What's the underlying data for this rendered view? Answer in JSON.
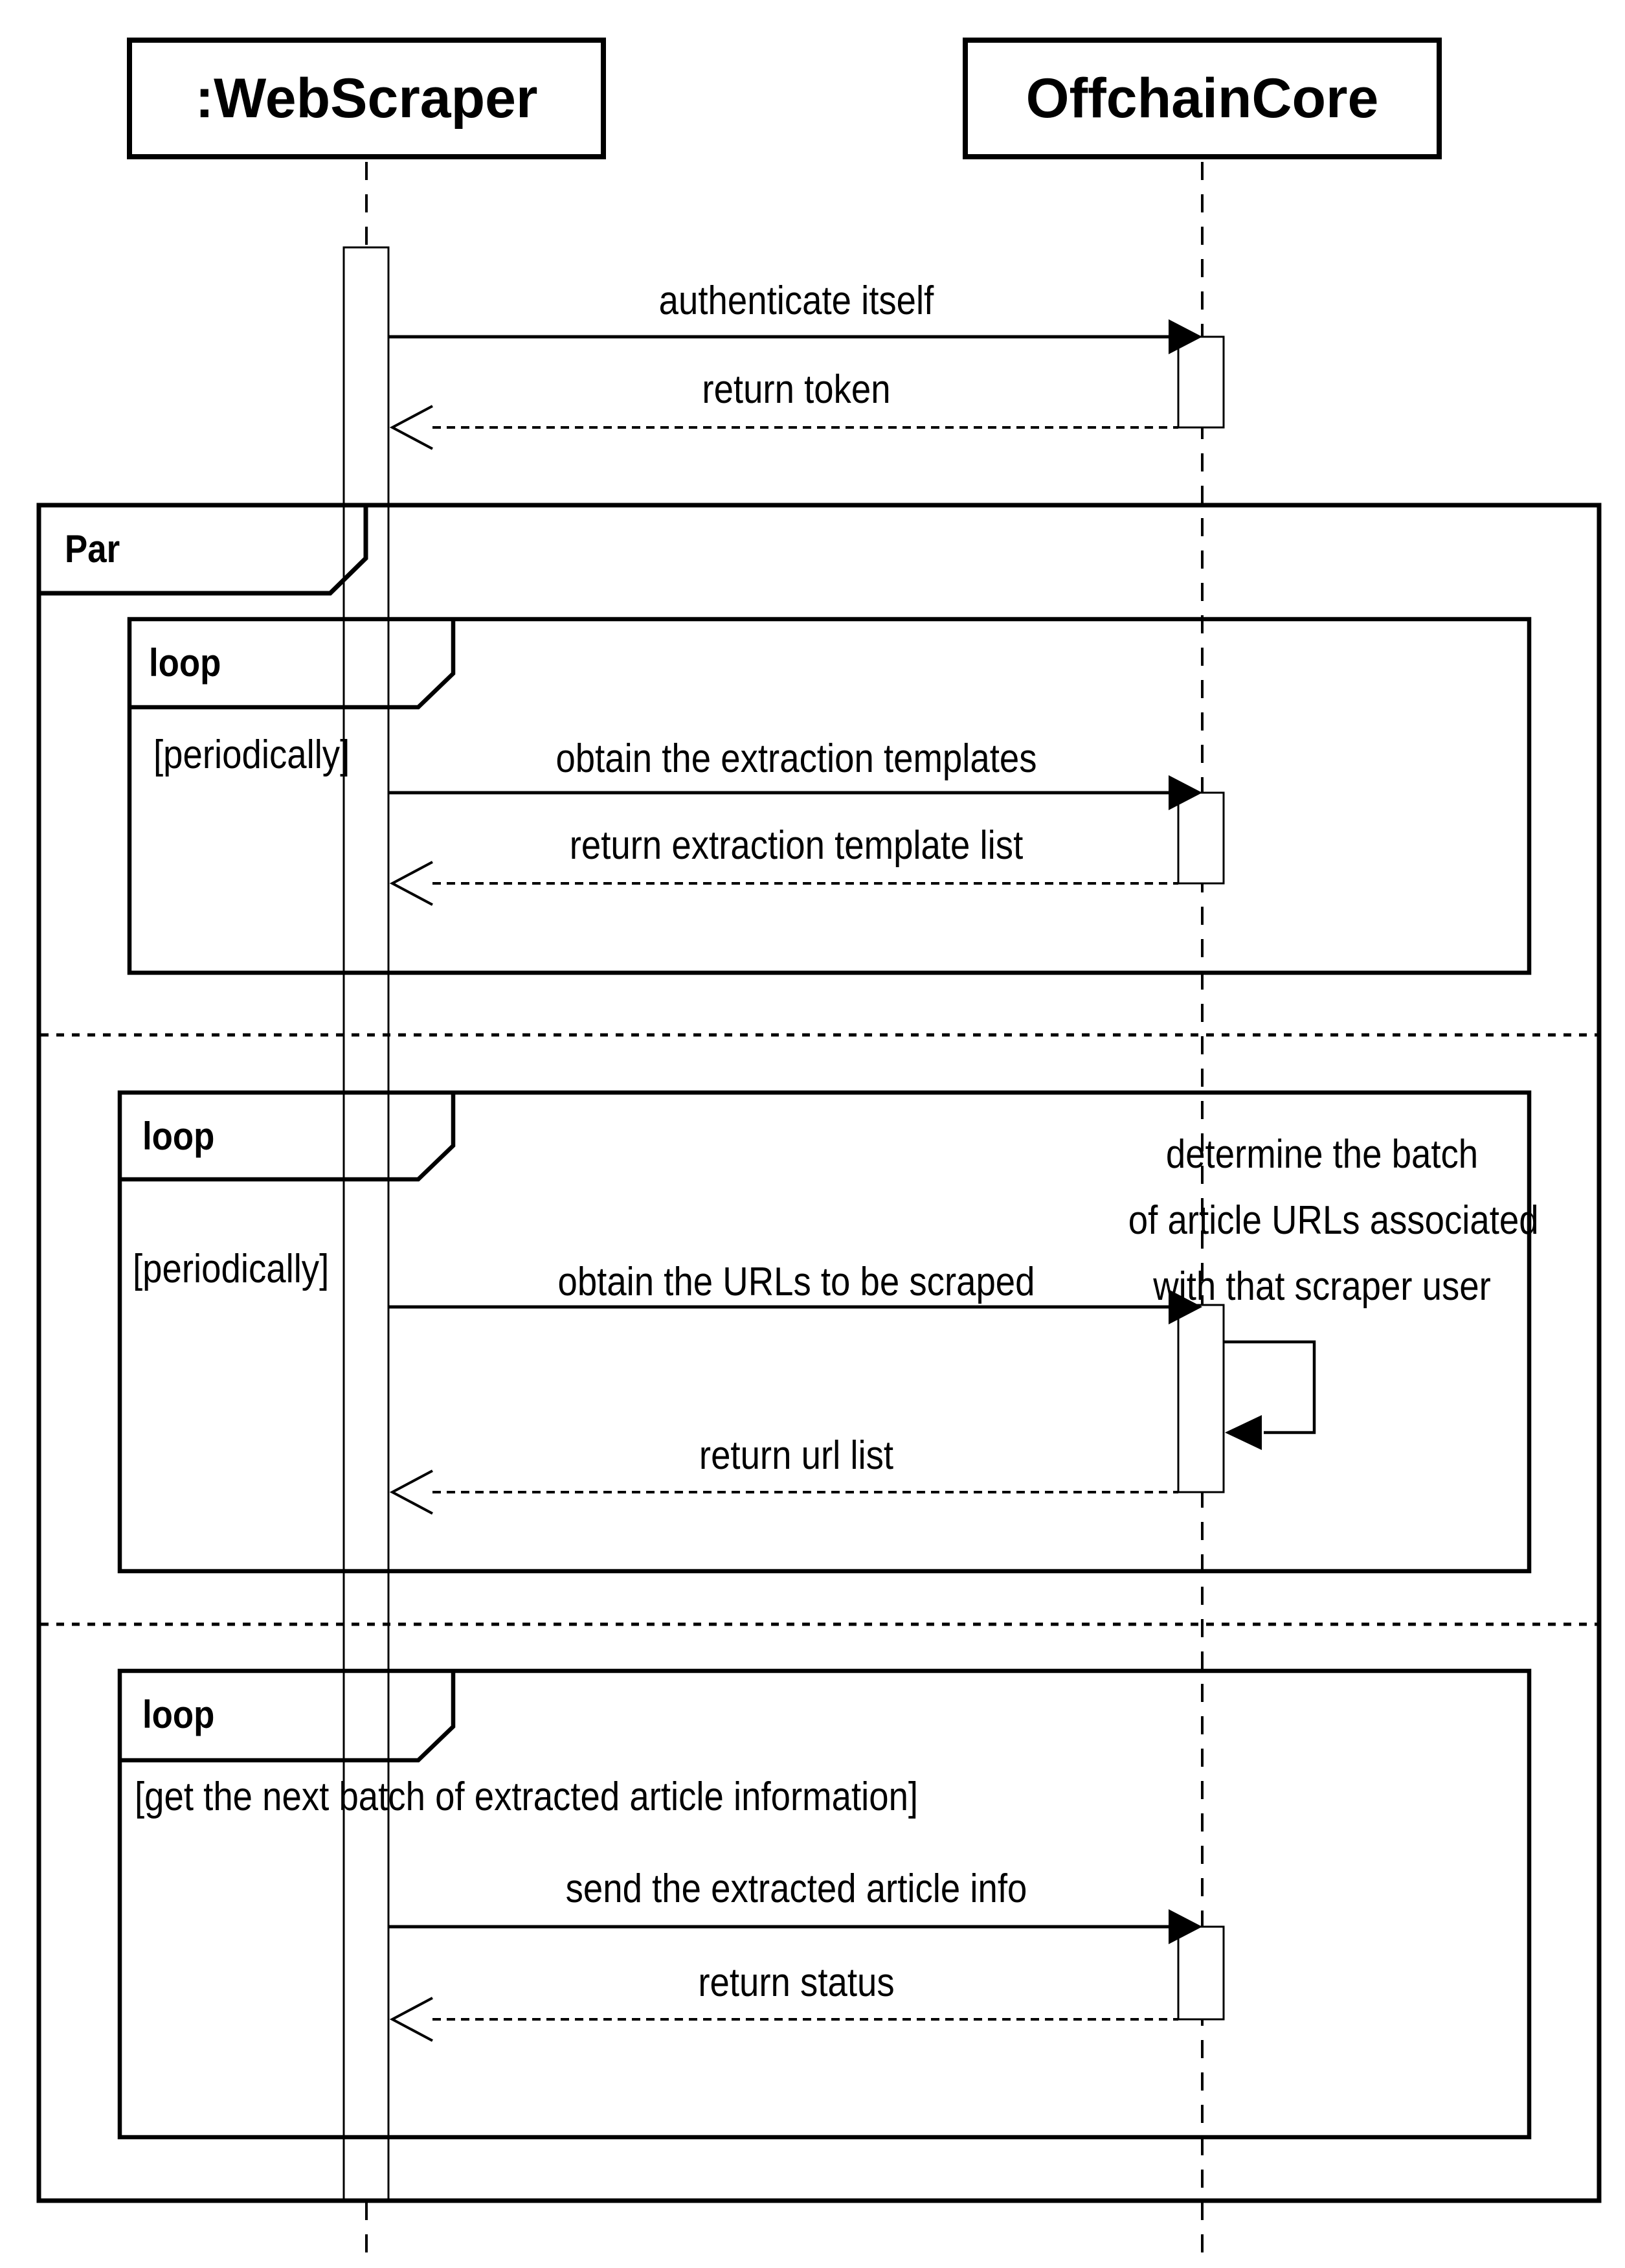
{
  "colors": {
    "ink": "#000000",
    "background": "#ffffff"
  },
  "diagram": {
    "participants": [
      {
        "name": ":WebScraper"
      },
      {
        "name": "OffchainCore"
      }
    ],
    "auth_exchange": {
      "request": "authenticate itself",
      "response": "return token"
    },
    "par": {
      "label": "Par",
      "regions": [
        {
          "operator": "loop",
          "guard": "[periodically]",
          "request": "obtain the extraction templates",
          "response": "return extraction template list"
        },
        {
          "operator": "loop",
          "guard": "[periodically]",
          "request": "obtain the URLs to be scraped",
          "response": "return url list",
          "self_note": [
            "determine the batch",
            "of article URLs associated",
            "with that scraper user"
          ]
        },
        {
          "operator": "loop",
          "guard": "[get the next batch of extracted article information]",
          "request": "send the extracted article info",
          "response": "return status"
        }
      ]
    }
  }
}
